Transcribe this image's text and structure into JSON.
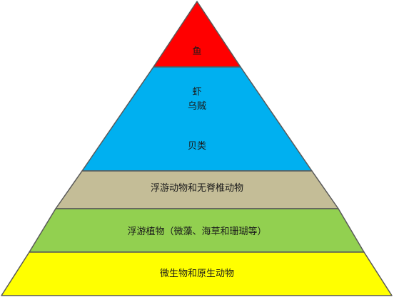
{
  "pyramid": {
    "outline_color": "#595959",
    "layers": [
      {
        "name": "fish",
        "color": "#ff0000",
        "lines": [
          "鱼"
        ]
      },
      {
        "name": "shrimp-squid-shellfish",
        "color": "#00b0f0",
        "lines": [
          "虾",
          "乌贼",
          "贝类"
        ]
      },
      {
        "name": "zooplankton-invertebrates",
        "color": "#c4bd97",
        "lines": [
          "浮游动物和无脊椎动物"
        ]
      },
      {
        "name": "phytoplankton",
        "color": "#92d050",
        "lines": [
          "浮游植物（微藻、海草和珊瑚等）"
        ]
      },
      {
        "name": "microbes-protozoa",
        "color": "#ffff00",
        "lines": [
          "微生物和原生动物"
        ]
      }
    ]
  }
}
